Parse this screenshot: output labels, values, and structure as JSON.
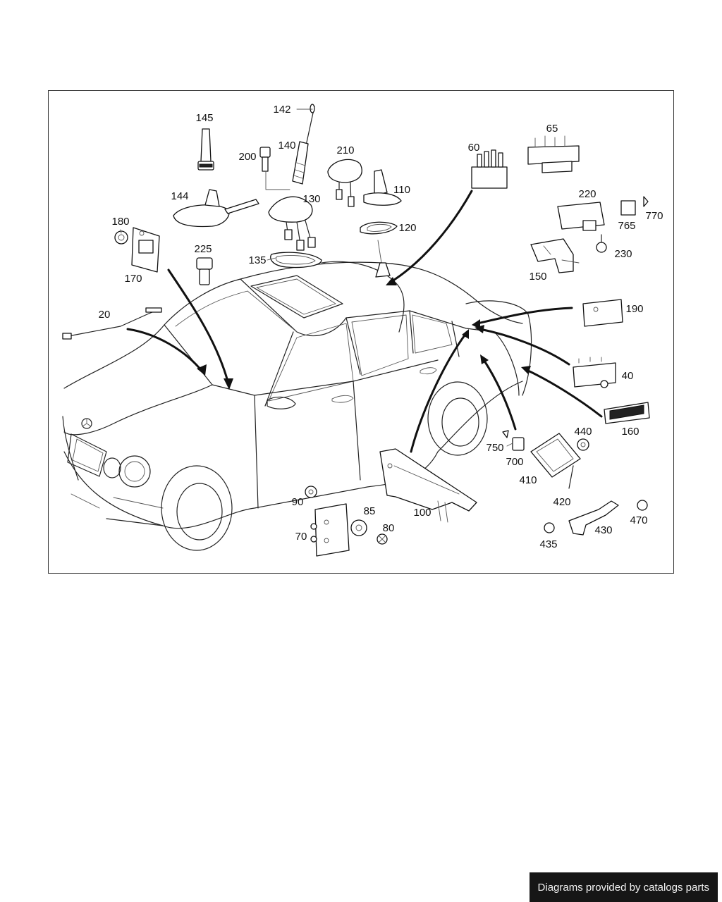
{
  "diagram": {
    "part_labels": {
      "p20": "20",
      "p40": "40",
      "p60": "60",
      "p65": "65",
      "p70": "70",
      "p80": "80",
      "p85": "85",
      "p90": "90",
      "p100": "100",
      "p110": "110",
      "p120": "120",
      "p130": "130",
      "p135": "135",
      "p140": "140",
      "p142": "142",
      "p144": "144",
      "p145": "145",
      "p150": "150",
      "p160": "160",
      "p170": "170",
      "p180": "180",
      "p190": "190",
      "p200": "200",
      "p210": "210",
      "p220": "220",
      "p225": "225",
      "p230": "230",
      "p410": "410",
      "p420": "420",
      "p430": "430",
      "p435": "435",
      "p440": "440",
      "p470": "470",
      "p700": "700",
      "p750": "750",
      "p765": "765",
      "p770": "770"
    }
  },
  "footer": {
    "credit": "Diagrams provided by catalogs parts"
  }
}
